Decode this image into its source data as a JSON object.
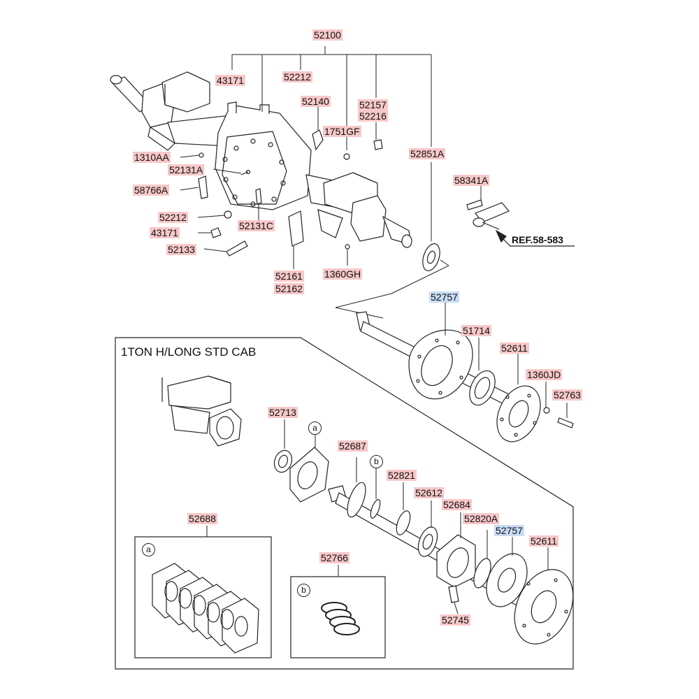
{
  "box_title": "1TON H/LONG STD CAB",
  "ref_label": "REF.58-583",
  "circle_a": "a",
  "circle_b": "b",
  "part_labels": {
    "p52100": "52100",
    "p43171_top": "43171",
    "p52212_top": "52212",
    "p52140": "52140",
    "p52157": "52157",
    "p52216": "52216",
    "p1751GF": "1751GF",
    "p52851A": "52851A",
    "p1310AA": "1310AA",
    "p52131A": "52131A",
    "p58766A": "58766A",
    "p58341A": "58341A",
    "p52212_mid": "52212",
    "p43171_mid": "43171",
    "p52131C": "52131C",
    "p52133": "52133",
    "p52161": "52161",
    "p52162": "52162",
    "p1360GH": "1360GH",
    "p52757_top": "52757",
    "p51714": "51714",
    "p52611_top": "52611",
    "p1360JD": "1360JD",
    "p52763": "52763",
    "p52713": "52713",
    "p52687": "52687",
    "p52821": "52821",
    "p52612": "52612",
    "p52684": "52684",
    "p52820A": "52820A",
    "p52757_bottom": "52757",
    "p52611_bottom": "52611",
    "p52688": "52688",
    "p52766": "52766",
    "p52745": "52745"
  },
  "colors": {
    "label_red": "#f7c8c8",
    "label_blue": "#c9dcf3",
    "line": "#222222"
  }
}
